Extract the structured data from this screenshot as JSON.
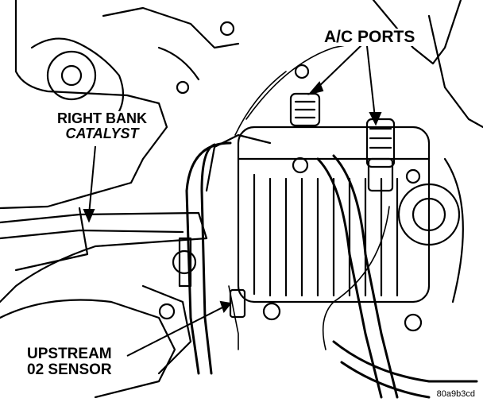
{
  "labels": {
    "ac_ports": "A/C PORTS",
    "catalyst_line1": "RIGHT BANK",
    "catalyst_line2": "CATALYST",
    "upstream_line1": "UPSTREAM",
    "upstream_line2": "02 SENSOR"
  },
  "figure_code": "80a9b3cd",
  "colors": {
    "ink": "#000000",
    "paper": "#ffffff"
  }
}
